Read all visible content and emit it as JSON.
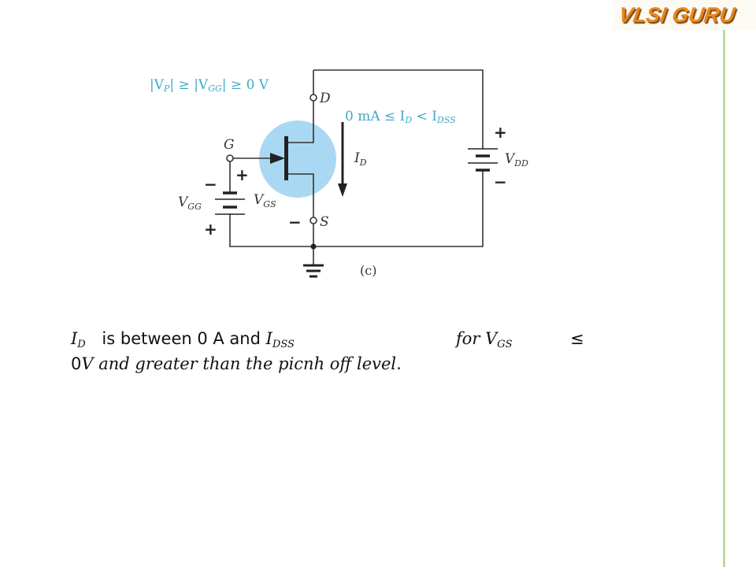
{
  "logo": {
    "text": "VLSI GURU"
  },
  "diagram": {
    "condition_vp": "|V",
    "condition_vp_sub": "P",
    "condition_mid": "| ≥ |V",
    "condition_vgg_sub": "GG",
    "condition_end": "| ≥ 0 V",
    "current_range": "0 mA ≤ I",
    "current_range_sub_d": "D",
    "current_range_lt": " < I",
    "current_range_sub_dss": "DSS",
    "label_d": "D",
    "label_s": "S",
    "label_g": "G",
    "label_id": "I",
    "label_id_sub": "D",
    "label_vdd": "V",
    "label_vdd_sub": "DD",
    "label_vgg": "V",
    "label_vgg_sub": "GG",
    "label_vgs": "V",
    "label_vgs_sub": "GS",
    "plus": "+",
    "minus": "−",
    "caption": "(c)",
    "colors": {
      "accent": "#3fa9c9",
      "circle": "#a9d9f2",
      "wire": "#333333"
    }
  },
  "text": {
    "id": "I",
    "id_sub": "D",
    "between": "is between 0 A and ",
    "idss": "I",
    "idss_sub": "DSS",
    "for": "for V",
    "vgs_sub": "GS",
    "le": "≤",
    "line2_zero": "0",
    "line2_rest": "V and greater than the picnh off level",
    "period": "."
  }
}
